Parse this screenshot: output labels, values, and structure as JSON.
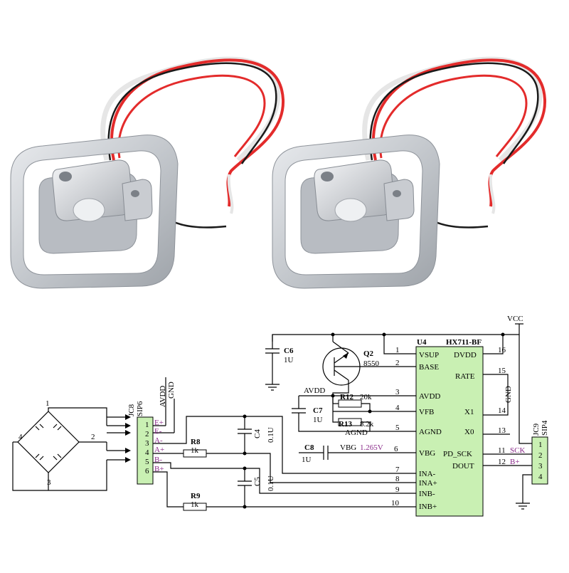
{
  "colors": {
    "wire_red": "#e32b2b",
    "wire_white": "#f2f2f2",
    "wire_black": "#1a1a1a",
    "metal": "#cfd2d6",
    "pin_header": "#c9f0b3",
    "signal_label": "#8a2b8a"
  },
  "chip": {
    "ref": "U4",
    "part": "HX711-BF",
    "left_pins": [
      {
        "num": "1",
        "name": "VSUP"
      },
      {
        "num": "2",
        "name": "BASE"
      },
      {
        "num": "3",
        "name": "AVDD"
      },
      {
        "num": "4",
        "name": "VFB"
      },
      {
        "num": "5",
        "name": "AGND"
      },
      {
        "num": "6",
        "name": "VBG"
      },
      {
        "num": "7",
        "name": "INA-"
      },
      {
        "num": "8",
        "name": "INA+"
      },
      {
        "num": "9",
        "name": "INB-"
      },
      {
        "num": "10",
        "name": "INB+"
      }
    ],
    "right_pins": [
      {
        "num": "16",
        "name": "DVDD"
      },
      {
        "num": "15",
        "name": "RATE"
      },
      {
        "num": "14",
        "name": "X1"
      },
      {
        "num": "13",
        "name": "X0"
      },
      {
        "num": "11",
        "name": "PD_SCK"
      },
      {
        "num": "12",
        "name": "DOUT"
      }
    ]
  },
  "power": {
    "vcc": "VCC",
    "gnd": "GND",
    "avdd": "AVDD",
    "agnd": "AGND"
  },
  "components": {
    "c6": {
      "ref": "C6",
      "value": "1U"
    },
    "c7": {
      "ref": "C7",
      "value": "1U"
    },
    "c8": {
      "ref": "C8",
      "value": "1U"
    },
    "c4": {
      "ref": "C4",
      "value": "0.1U"
    },
    "c5": {
      "ref": "C5",
      "value": "0.1U"
    },
    "q2": {
      "ref": "Q2",
      "value": "8550"
    },
    "r12": {
      "ref": "R12",
      "value": "20k"
    },
    "r13": {
      "ref": "R13",
      "value": "8.2k"
    },
    "r8": {
      "ref": "R8",
      "value": "1k"
    },
    "r9": {
      "ref": "R9",
      "value": "1k"
    }
  },
  "vbg_label": "VBG",
  "vbg_value": "1.265V",
  "jc8": {
    "ref": "JC8",
    "type": "SIP6",
    "pins": [
      "1",
      "2",
      "3",
      "4",
      "5",
      "6"
    ],
    "signals": [
      "E+",
      "E-",
      "A-",
      "A+",
      "B-",
      "B+"
    ],
    "top_labels": [
      "AVDD",
      "GND"
    ]
  },
  "jc9": {
    "ref": "JC9",
    "type": "SIP4",
    "pins": [
      "1",
      "2",
      "3",
      "4"
    ],
    "signals": [
      "SCK",
      "B+"
    ]
  },
  "bridge": {
    "nodes": [
      "1",
      "2",
      "3",
      "4"
    ]
  }
}
